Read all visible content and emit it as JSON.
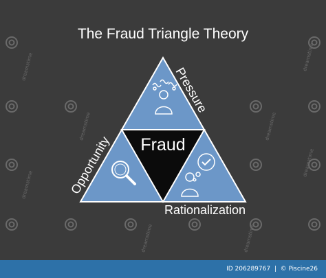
{
  "title": "The Fraud Triangle Theory",
  "center_label": "Fraud",
  "sides": {
    "pressure": "Pressure",
    "opportunity": "Opportunity",
    "rationalization": "Rationalization"
  },
  "icons": {
    "pressure": "stressed-person-icon",
    "opportunity": "magnifying-glass-icon",
    "rationalization": "thinking-person-checkmark-icon"
  },
  "watermark": {
    "brand": "dreamstime"
  },
  "footer": {
    "image_id": "ID 206289767",
    "author": "© Piscine26"
  },
  "colors": {
    "background": "#3b3b3b",
    "triangle_fill": "#6c97c8",
    "center_fill": "#0b0b0b",
    "outline": "#ffffff",
    "footer_bar": "#2d71a8"
  }
}
